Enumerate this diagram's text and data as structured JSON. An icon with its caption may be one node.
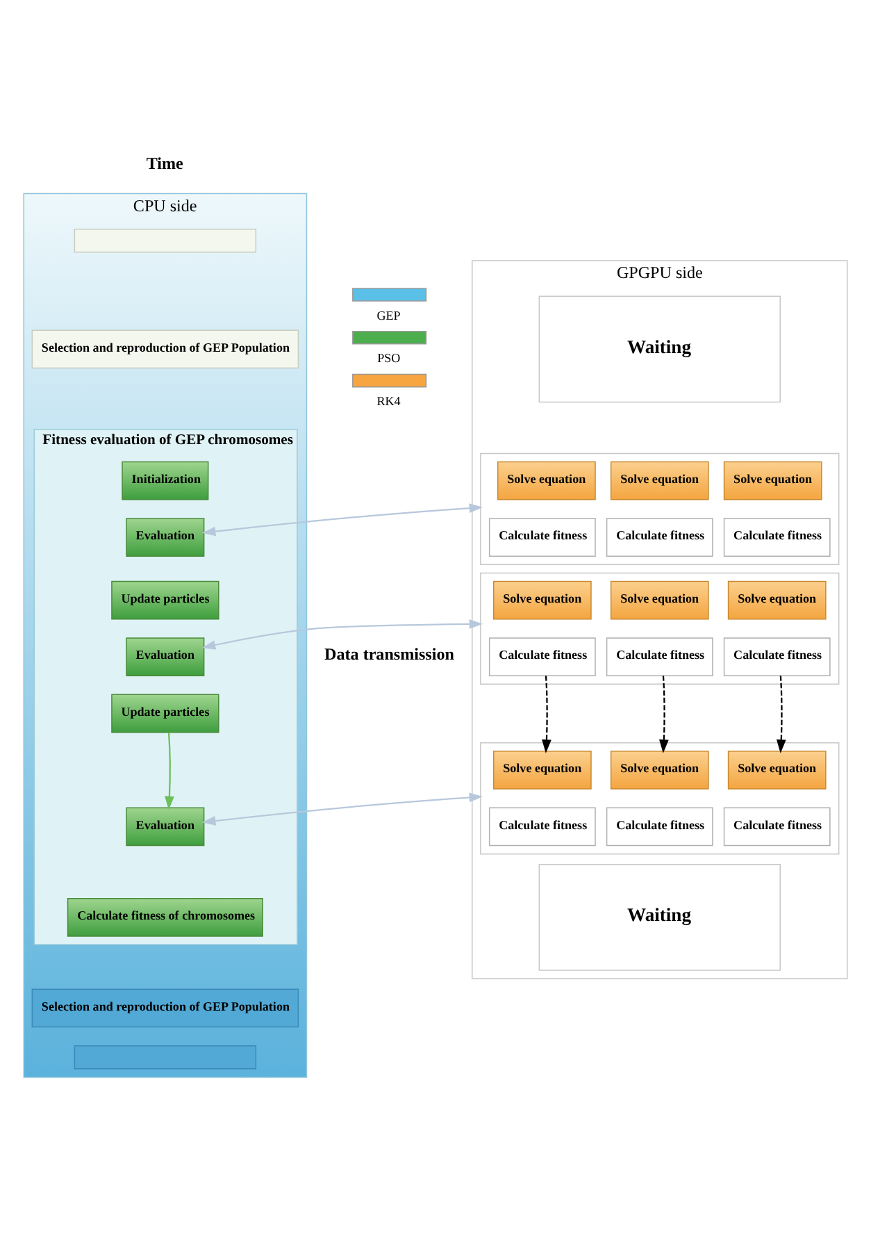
{
  "diagram": {
    "nodes": [
      {
        "text": [
          "CPU side"
        ]
      },
      {
        "text": [],
        "shape": "box",
        "in": 0
      },
      {
        "text": [
          "Selection and reproduction of GEP Population"
        ],
        "in": 0
      },
      {
        "text": [
          "Fitness evaluation of GEP chromosomes"
        ],
        "in": 0
      },
      {
        "text": [
          "Initialization"
        ],
        "in": 3
      },
      {
        "text": [
          "Evaluation"
        ],
        "in": 3
      },
      {
        "text": [
          "Update particles"
        ],
        "in": 3
      },
      {
        "text": [
          "Evaluation"
        ],
        "in": 3
      },
      {
        "text": [
          "Update particles"
        ],
        "in": 3
      },
      {
        "text": [
          "Evaluation"
        ],
        "in": 3
      },
      {
        "text": [
          "Calculate fitness of chromosomes"
        ],
        "in": 3
      },
      {
        "text": [
          "Selection and reproduction of GEP Population"
        ],
        "in": 0
      },
      {
        "text": [],
        "shape": "box",
        "in": 0
      },
      {
        "text": [
          "GPGPU side"
        ]
      },
      {
        "text": [
          "Waiting"
        ],
        "in": 13
      },
      {
        "text": [],
        "shape": "box",
        "in": 13
      },
      {
        "text": [
          "Solve equation"
        ],
        "in": 15
      },
      {
        "text": [
          "Solve equation"
        ],
        "in": 15
      },
      {
        "text": [
          "Solve equation"
        ],
        "in": 15
      },
      {
        "text": [
          "Calculate fitness"
        ],
        "in": 15
      },
      {
        "text": [
          "Calculate fitness"
        ],
        "in": 15
      },
      {
        "text": [
          "Calculate fitness"
        ],
        "in": 15
      },
      {
        "text": [],
        "shape": "box",
        "in": 13
      },
      {
        "text": [
          "Solve equation"
        ],
        "in": 22
      },
      {
        "text": [
          "Solve equation"
        ],
        "in": 22
      },
      {
        "text": [
          "Solve equation"
        ],
        "in": 22
      },
      {
        "text": [
          "Calculate fitness"
        ],
        "in": 22
      },
      {
        "text": [
          "Calculate fitness"
        ],
        "in": 22
      },
      {
        "text": [
          "Calculate fitness"
        ],
        "in": 22
      },
      {
        "text": [],
        "shape": "box",
        "in": 13
      },
      {
        "text": [
          "Solve equation"
        ],
        "in": 29
      },
      {
        "text": [
          "Solve equation"
        ],
        "in": 29
      },
      {
        "text": [
          "Solve equation"
        ],
        "in": 29
      },
      {
        "text": [
          "Calculate fitness"
        ],
        "in": 29
      },
      {
        "text": [
          "Calculate fitness"
        ],
        "in": 29
      },
      {
        "text": [
          "Calculate fitness"
        ],
        "in": 29
      },
      {
        "text": [
          "Waiting"
        ],
        "in": 13
      }
    ],
    "edges": [
      {
        "from": 5,
        "to": 15,
        "arrow": "both",
        "color": "#b8c8dc"
      },
      {
        "from": 7,
        "to": 22,
        "arrow": "both",
        "color": "#b8c8dc"
      },
      {
        "from": 8,
        "to": 9,
        "arrow": "to",
        "color": "#6cbf5a"
      },
      {
        "from": 26,
        "to": 30,
        "arrow": "to",
        "style": "dashed",
        "color": "#000000"
      },
      {
        "from": 27,
        "to": 31,
        "arrow": "to",
        "style": "dashed",
        "color": "#000000"
      },
      {
        "from": 28,
        "to": 32,
        "arrow": "to",
        "style": "dashed",
        "color": "#000000"
      },
      {
        "from": 9,
        "to": 29,
        "arrow": "both",
        "color": "#b8c8dc"
      }
    ],
    "labels": [
      "Time",
      "Data transmission"
    ],
    "legend": [
      {
        "text": "GEP",
        "color": "#5bc0e8"
      },
      {
        "text": "PSO",
        "color": "#4cae4c"
      },
      {
        "text": "RK4",
        "color": "#f7a540"
      }
    ]
  }
}
